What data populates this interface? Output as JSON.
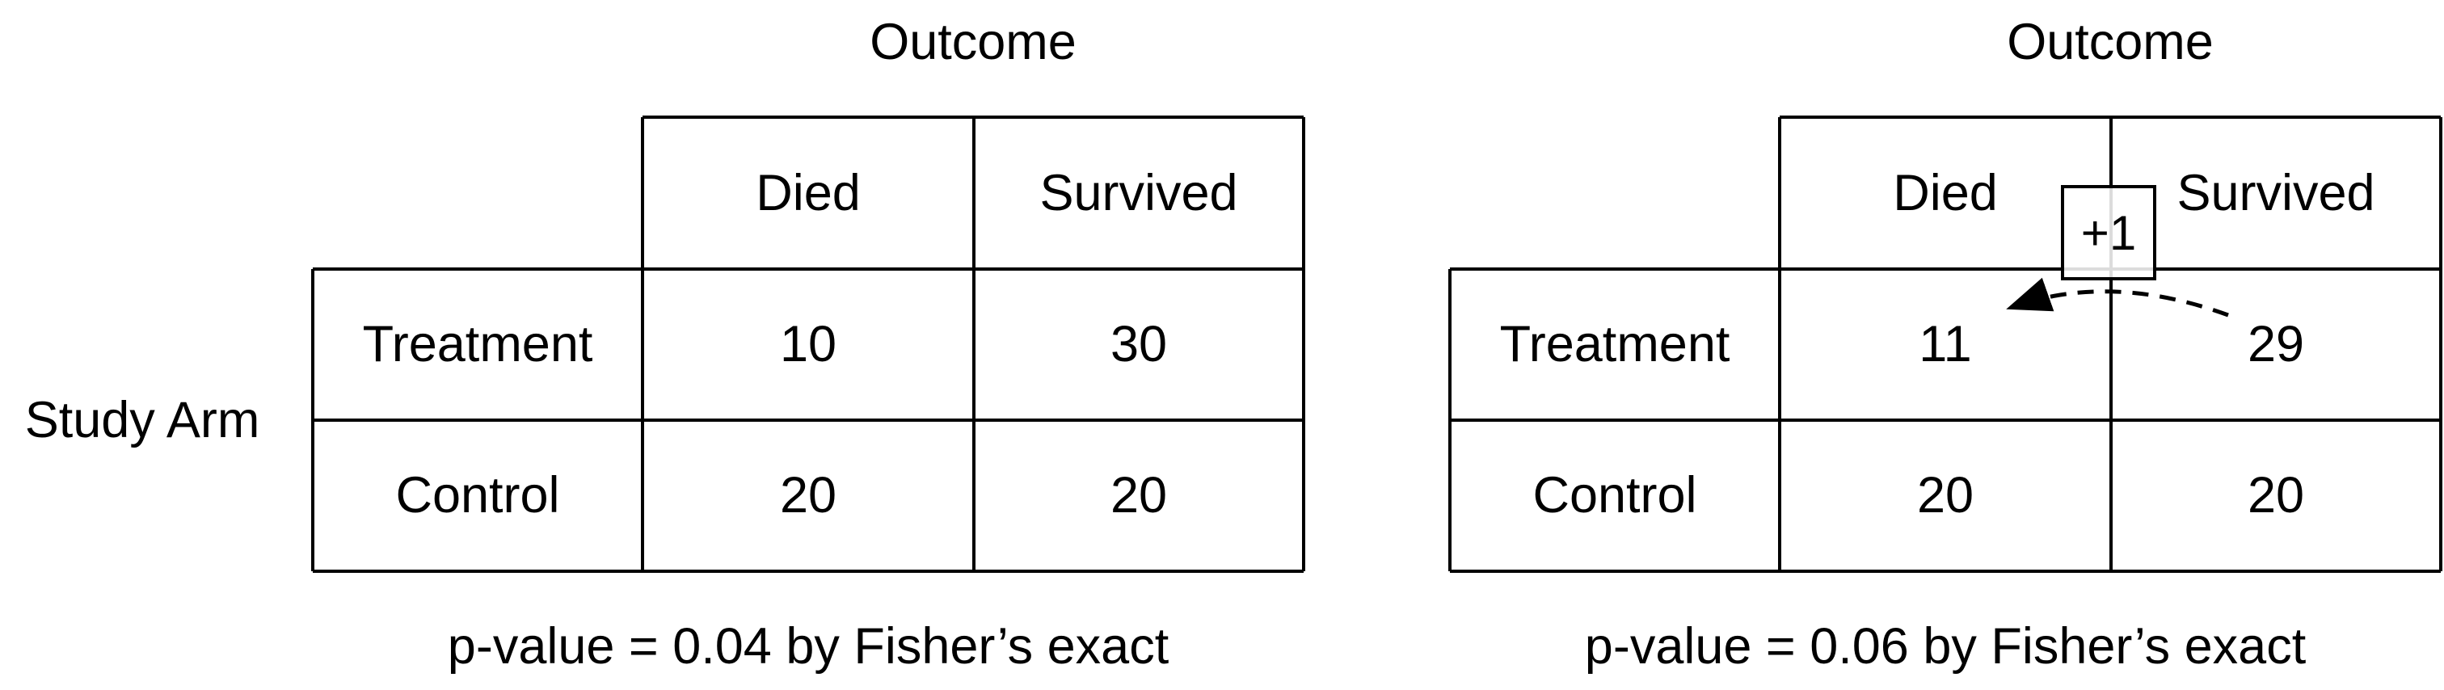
{
  "colors": {
    "ink": "#000000",
    "paper": "#ffffff",
    "ghost_line": "#dcdcdc"
  },
  "tables": [
    {
      "outcome_header": "Outcome",
      "column_headers": [
        "Died",
        "Survived"
      ],
      "row_axis_label": "Study Arm",
      "rows": [
        {
          "label": "Treatment",
          "values": [
            "10",
            "30"
          ]
        },
        {
          "label": "Control",
          "values": [
            "20",
            "20"
          ]
        }
      ],
      "caption": "p-value = 0.04 by Fisher’s exact"
    },
    {
      "outcome_header": "Outcome",
      "column_headers": [
        "Died",
        "Survived"
      ],
      "rows": [
        {
          "label": "Treatment",
          "values": [
            "11",
            "29"
          ]
        },
        {
          "label": "Control",
          "values": [
            "20",
            "20"
          ]
        }
      ],
      "caption": "p-value = 0.06 by Fisher’s exact",
      "annotation_badge": "+1"
    }
  ]
}
